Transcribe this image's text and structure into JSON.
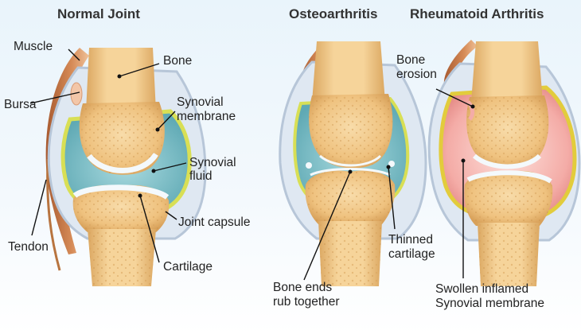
{
  "titles": {
    "normal": "Normal Joint",
    "osteo": "Osteoarthritis",
    "rheum": "Rheumatoid Arthritis"
  },
  "labels": {
    "muscle": "Muscle",
    "bone": "Bone",
    "bursa": "Bursa",
    "synovial_membrane_1": "Synovial",
    "synovial_membrane_2": "membrane",
    "synovial_fluid_1": "Synovial",
    "synovial_fluid_2": "fluid",
    "joint_capsule": "Joint capsule",
    "tendon": "Tendon",
    "cartilage": "Cartilage",
    "bone_ends_1": "Bone ends",
    "bone_ends_2": "rub together",
    "thinned_cartilage_1": "Thinned",
    "thinned_cartilage_2": "cartilage",
    "bone_erosion_1": "Bone",
    "bone_erosion_2": "erosion",
    "swollen_1": "Swollen inflamed",
    "swollen_2": "Synovial membrane"
  },
  "colors": {
    "bone": "#f2c98a",
    "bone_dark": "#d9a45c",
    "cartilage": "#eef6fb",
    "synovial_fluid": "#7cc0c8",
    "membrane": "#d9e05a",
    "capsule": "#c9d6e6",
    "muscle": "#c87848",
    "inflamed": "#f0a3a0"
  }
}
